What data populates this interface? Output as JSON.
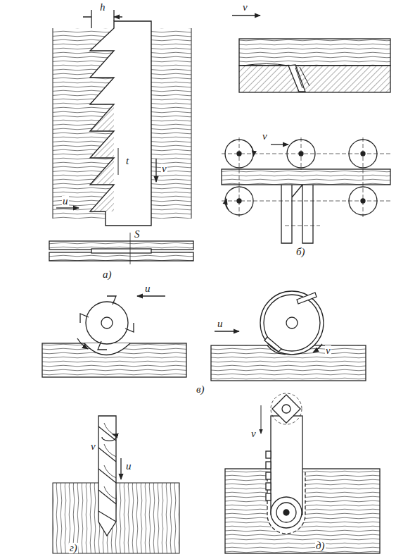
{
  "diagram": {
    "labels": [
      "h",
      "t",
      "u",
      "v",
      "S",
      "а)",
      "v",
      "v",
      "б)",
      "u",
      "u",
      "v",
      "в)",
      "v",
      "u",
      "г)",
      "v",
      "д)"
    ]
  }
}
